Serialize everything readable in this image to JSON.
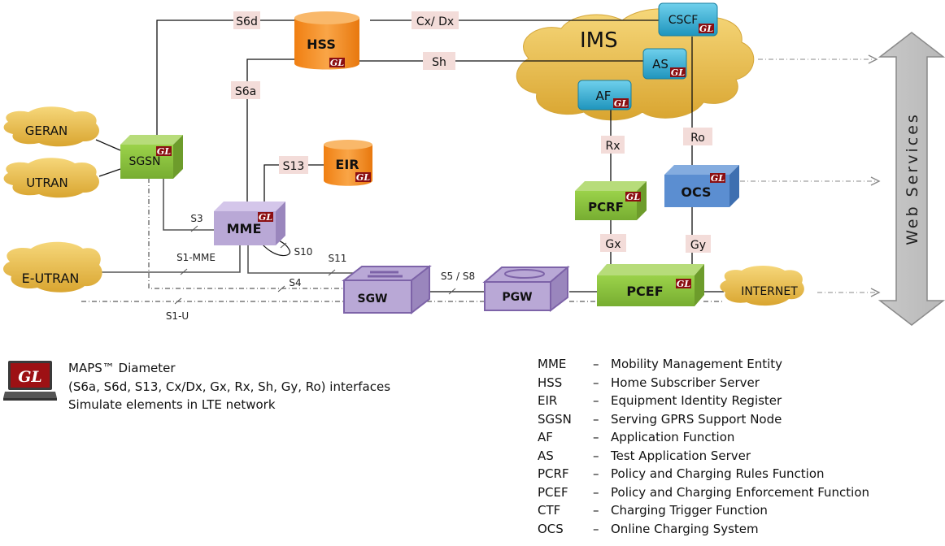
{
  "nodes": {
    "hss": "HSS",
    "eir": "EIR",
    "sgsn": "SGSN",
    "mme": "MME",
    "sgw": "SGW",
    "pgw": "PGW",
    "pcef": "PCEF",
    "pcrf": "PCRF",
    "ocs": "OCS",
    "cscf": "CSCF",
    "as": "AS",
    "af": "AF"
  },
  "clouds": {
    "geran": "GERAN",
    "utran": "UTRAN",
    "eutran": "E-UTRAN",
    "ims": "IMS",
    "internet": "INTERNET"
  },
  "badge": "GL",
  "interfaces_boxed": {
    "s6d": "S6d",
    "cxdx": "Cx/ Dx",
    "sh": "Sh",
    "s6a": "S6a",
    "s13": "S13",
    "rx": "Rx",
    "ro": "Ro",
    "gx": "Gx",
    "gy": "Gy"
  },
  "interfaces_plain": {
    "s3": "S3",
    "s10": "S10",
    "s1mme": "S1-MME",
    "s11": "S11",
    "s4": "S4",
    "s1u": "S1-U",
    "s5s8": "S5 / S8"
  },
  "web_services": "Web Services",
  "product": {
    "line1": "MAPS™ Diameter",
    "line2": "(S6a, S6d, S13, Cx/Dx, Gx, Rx, Sh, Gy, Ro)  interfaces",
    "line3": "Simulate elements in LTE network"
  },
  "legend": [
    {
      "abbr": "MME",
      "desc": "Mobility Management Entity"
    },
    {
      "abbr": "HSS",
      "desc": "Home Subscriber Server"
    },
    {
      "abbr": "EIR",
      "desc": "Equipment Identity Register"
    },
    {
      "abbr": "SGSN",
      "desc": "Serving GPRS Support Node"
    },
    {
      "abbr": "AF",
      "desc": "Application Function"
    },
    {
      "abbr": "AS",
      "desc": "Test Application Server"
    },
    {
      "abbr": "PCRF",
      "desc": "Policy and Charging Rules Function"
    },
    {
      "abbr": "PCEF",
      "desc": "Policy and Charging Enforcement Function"
    },
    {
      "abbr": "CTF",
      "desc": "Charging Trigger Function"
    },
    {
      "abbr": "OCS",
      "desc": "Online Charging System"
    }
  ],
  "legend_separator": "–",
  "colors": {
    "hss_orange": "#f28a1e",
    "green_box": "#8cc43f",
    "purple_box": "#b9a8d6",
    "blue_box": "#5b8ed1",
    "ims_node": "#2fa9cf",
    "cloud_gold": "#e9bb4e",
    "badge_red": "#8b0f12",
    "label_bg": "#f3dcd9"
  }
}
